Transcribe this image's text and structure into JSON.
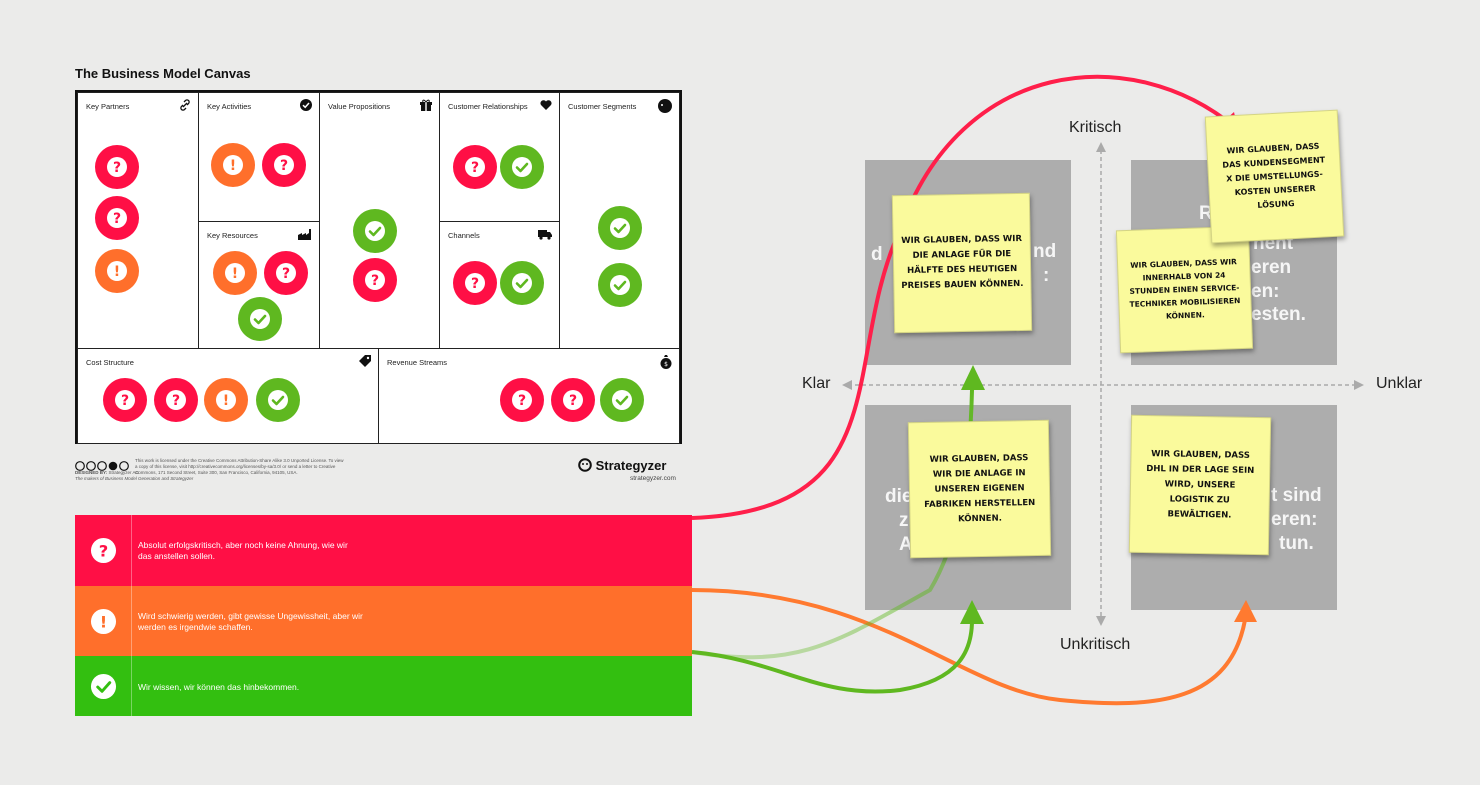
{
  "canvas": {
    "title": "The Business Model Canvas",
    "cells": {
      "key_partners": "Key Partners",
      "key_activities": "Key Activities",
      "key_resources": "Key Resources",
      "value_propositions": "Value Propositions",
      "customer_relationships": "Customer Relationships",
      "channels": "Channels",
      "customer_segments": "Customer Segments",
      "cost_structure": "Cost Structure",
      "revenue_streams": "Revenue Streams"
    },
    "markers": {
      "key_partners": [
        "question",
        "question",
        "exclamation"
      ],
      "key_activities": [
        "exclamation",
        "question"
      ],
      "key_resources": [
        "exclamation",
        "question",
        "check"
      ],
      "value_propositions": [
        "check",
        "question"
      ],
      "customer_relationships": [
        "question",
        "check"
      ],
      "channels": [
        "question",
        "check"
      ],
      "customer_segments": [
        "check",
        "check"
      ],
      "cost_structure": [
        "question",
        "question",
        "exclamation",
        "check"
      ],
      "revenue_streams": [
        "question",
        "question",
        "check"
      ]
    },
    "license_text": "This work is licensed under the Creative Commons Attribution-Share Alike 3.0 Unported License. To view a copy of this license, visit http://creativecommons.org/licenses/by-sa/3.0/ or send a letter to Creative Commons, 171 Second Street, Suite 300, San Francisco, California, 94105, USA.",
    "designed_by_label": "DESIGNED BY:",
    "designed_by": "Strategyzer AG",
    "designed_by_sub": "The makers of Business Model Generation and Strategyzer",
    "brand": "Strategyzer",
    "brand_url": "strategyzer.com"
  },
  "legend": [
    {
      "icon": "question-icon",
      "color": "#ff0f45",
      "text": "Absolut erfolgskritisch, aber noch keine Ahnung, wie wir das anstellen sollen."
    },
    {
      "icon": "exclamation-icon",
      "color": "#ff6f2b",
      "text": "Wird schwierig werden, gibt gewisse Ungewissheit, aber wir werden es irgendwie schaffen."
    },
    {
      "icon": "check-icon",
      "color": "#33bf10",
      "text": "Wir wissen, wir können das hinbekommen."
    }
  ],
  "matrix": {
    "axis_top": "Kritisch",
    "axis_bottom": "Unkritisch",
    "axis_left": "Klar",
    "axis_right": "Unklar",
    "ghost_tl": [
      "d",
      "nd",
      ":"
    ],
    "ghost_tr": [
      "R",
      "nent",
      "eren",
      "en:",
      "esten."
    ],
    "ghost_bl": [
      "die",
      "zu",
      "A"
    ],
    "ghost_br": [
      "t sind",
      "eren:",
      "tun."
    ]
  },
  "stickies": {
    "s1": "WIR GLAUBEN, DASS WIR DIE ANLAGE FÜR DIE HÄLFTE DES HEUTIGEN PREISES BAUEN KÖNNEN.",
    "s2": "WIR GLAUBEN, DASS DAS KUNDENSEGMENT X DIE UMSTELLUNGS-KOSTEN UNSERER LÖSUNG",
    "s3": "WIR GLAUBEN, DASS WIR INNERHALB VON 24 STUNDEN EINEN SERVICE-TECHNIKER MOBILISIEREN KÖNNEN.",
    "s4": "WIR GLAUBEN, DASS WIR DIE ANLAGE IN UNSEREN EIGENEN FABRIKEN HERSTELLEN KÖNNEN.",
    "s5": "WIR GLAUBEN, DASS DHL IN DER LAGE SEIN WIRD, UNSERE LOGISTIK ZU BEWÄLTIGEN."
  },
  "colors": {
    "red": "#ff0f45",
    "orange": "#ff6f2b",
    "green": "#5fb820",
    "legend_green": "#33bf10",
    "quad": "#adadad",
    "sticky": "#fafa9c"
  }
}
